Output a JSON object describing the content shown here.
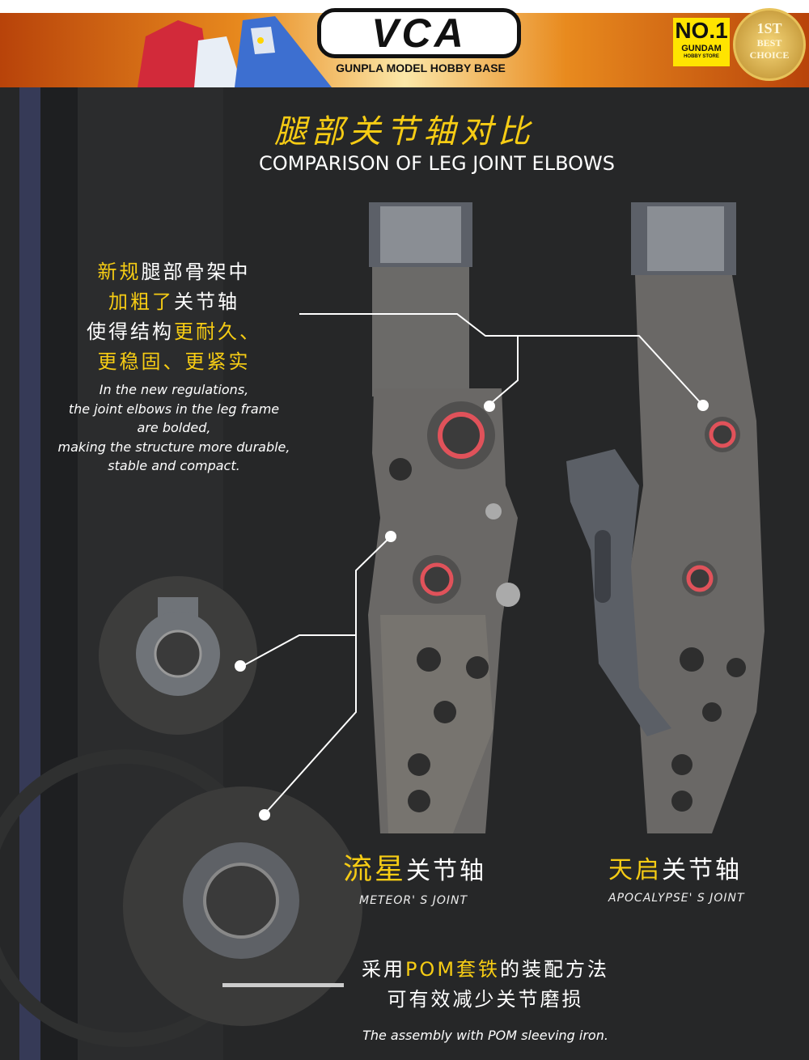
{
  "banner": {
    "logo_text": "VCA",
    "tagline": "GUNPLA MODEL HOBBY BASE",
    "badge_no1": "NO.1",
    "badge_gundam": "GUNDAM",
    "badge_store": "HOBBY STORE",
    "medal_1st": "1ST",
    "medal_best": "BEST",
    "medal_choice": "CHOICE"
  },
  "title": {
    "cn": "腿部关节轴对比",
    "en": "COMPARISON OF LEG JOINT ELBOWS"
  },
  "description": {
    "line1_y": "新规",
    "line1_w": "腿部骨架中",
    "line2_y": "加粗了",
    "line2_w": "关节轴",
    "line3_w": "使得结构",
    "line3_y": "更耐久、",
    "line4_y": "更稳固、更紧实",
    "en": [
      "In the new regulations,",
      "the joint elbows in the leg frame",
      "are bolded,",
      "making the structure more durable,",
      "stable and compact."
    ]
  },
  "left_part": {
    "cn_y": "流星",
    "cn_w": "关节轴",
    "en": "METEOR' S JOINT"
  },
  "right_part": {
    "cn_y": "天启",
    "cn_w": "关节轴",
    "en": "APOCALYPSE' S JOINT"
  },
  "bottom": {
    "l1_a": "采用",
    "l1_y": "POM套铁",
    "l1_b": "的装配方法",
    "l2": "可有效减少关节磨损",
    "en": "The assembly with POM sleeving iron."
  },
  "colors": {
    "accent": "#f6cc14",
    "bg": "#262728",
    "ring": "#e0525a"
  }
}
